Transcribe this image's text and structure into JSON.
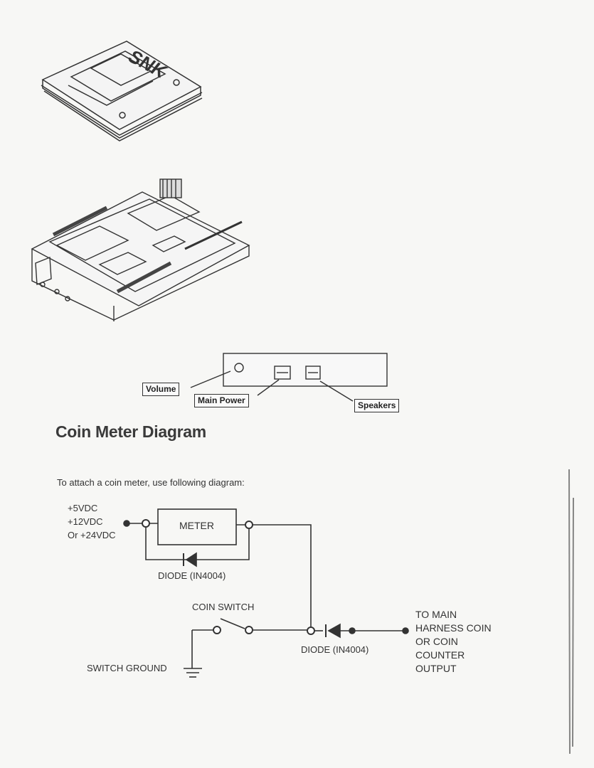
{
  "module": {
    "logo": "SNK"
  },
  "panel_labels": {
    "volume": "Volume",
    "main_power": "Main Power",
    "speakers": "Speakers"
  },
  "section": {
    "title": "Coin Meter Diagram",
    "intro": "To attach a coin meter, use following diagram:"
  },
  "circuit": {
    "power_lines": [
      "+5VDC",
      "+12VDC",
      "Or +24VDC"
    ],
    "meter": "METER",
    "diode_1": "DIODE (IN4004)",
    "coin_switch": "COIN SWITCH",
    "diode_2": "DIODE (IN4004)",
    "switch_ground": "SWITCH GROUND",
    "output_lines": [
      "TO MAIN",
      "HARNESS COIN",
      "OR COIN",
      "COUNTER",
      "OUTPUT"
    ]
  }
}
